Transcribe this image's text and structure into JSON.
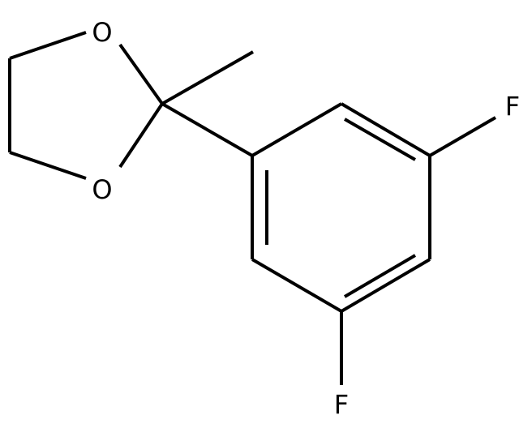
{
  "molecule": {
    "atoms": [
      {
        "id": "O1",
        "symbol": "O",
        "label": "O"
      },
      {
        "id": "O2",
        "symbol": "O",
        "label": "O"
      },
      {
        "id": "F1",
        "symbol": "F",
        "label": "F"
      },
      {
        "id": "F2",
        "symbol": "F",
        "label": "F"
      }
    ]
  },
  "colors": {
    "bond": "#000000",
    "label": "#000000",
    "background": "#ffffff"
  }
}
